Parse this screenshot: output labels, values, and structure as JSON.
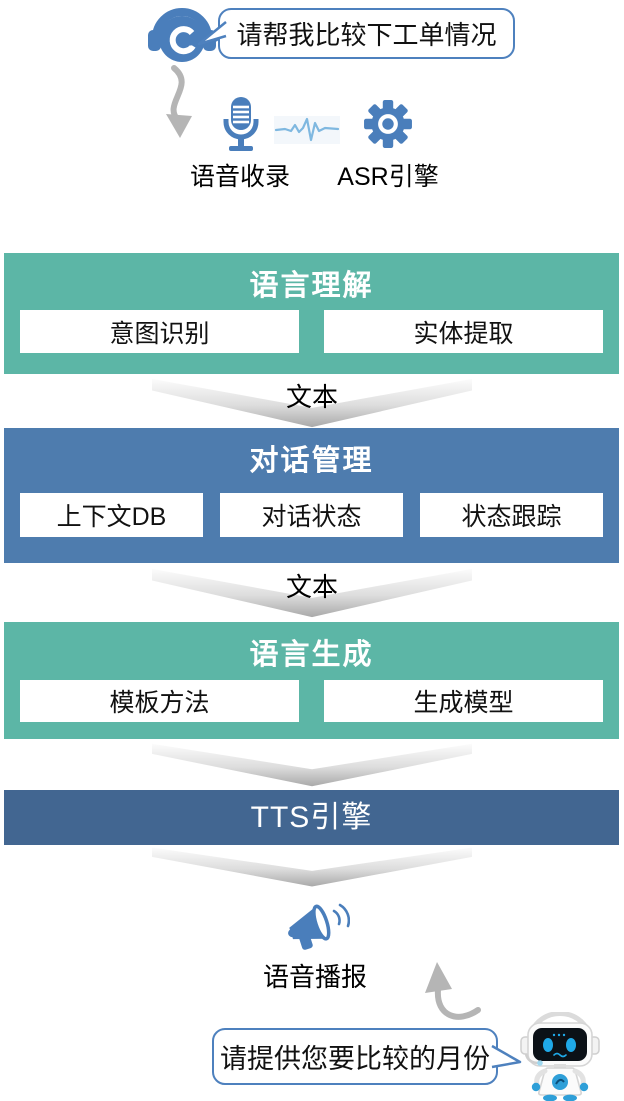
{
  "header": {
    "user_bubble": "请帮我比较下工单情况",
    "record_label": "语音收录",
    "asr_label": "ASR引擎"
  },
  "stages": [
    {
      "title": "语言理解",
      "items": [
        "意图识别",
        "实体提取"
      ]
    },
    {
      "title": "对话管理",
      "items": [
        "上下文DB",
        "对话状态",
        "状态跟踪"
      ]
    },
    {
      "title": "语言生成",
      "items": [
        "模板方法",
        "生成模型"
      ]
    },
    {
      "title": "TTS引擎",
      "items": []
    }
  ],
  "connectors": [
    {
      "label": "文本"
    },
    {
      "label": "文本"
    },
    {
      "label": ""
    },
    {
      "label": ""
    }
  ],
  "footer": {
    "broadcast_label": "语音播报",
    "bot_bubble": "请提供您要比较的月份"
  },
  "palette": {
    "teal": "#5CB6A6",
    "steel_blue": "#4E7CAE",
    "dark_blue": "#426691",
    "icon_blue": "#4A7EBB",
    "bubble_border": "#4E81BE",
    "arrow_gray": "#B5B5B5",
    "wave_blue": "#7FB8E0",
    "text_black": "#1A1A1A"
  }
}
